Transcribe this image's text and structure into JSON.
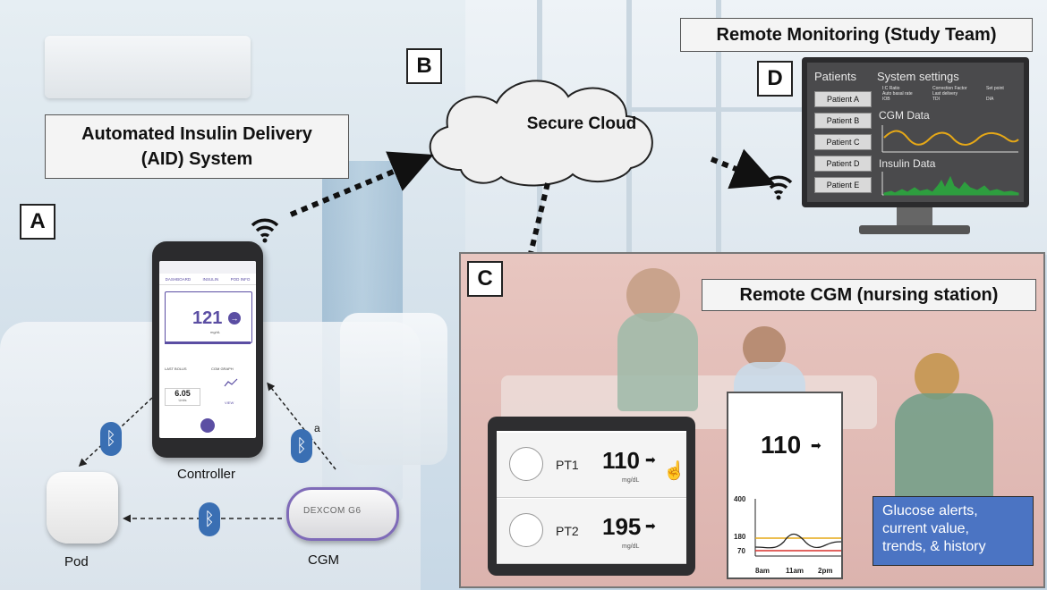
{
  "panels": {
    "a_letter": "A",
    "b_letter": "B",
    "c_letter": "C",
    "d_letter": "D"
  },
  "aid_title_line1": "Automated Insulin Delivery",
  "aid_title_line2": "(AID) System",
  "cloud_label": "Secure Cloud",
  "remote_monitoring_title": "Remote Monitoring (Study Team)",
  "remote_cgm_title": "Remote CGM (nursing station)",
  "devices": {
    "controller_label": "Controller",
    "pod_label": "Pod",
    "cgm_label": "CGM",
    "cgm_brand": "DEXCOM G6",
    "bt_superscript": "a"
  },
  "phone": {
    "tabs": [
      "DASHBOARD",
      "INSULIN",
      "POD INFO"
    ],
    "glucose": "121",
    "unit": "mg/dL",
    "last_bolus_label": "LAST BOLUS",
    "last_bolus_value": "6.05",
    "last_bolus_unit": "Units",
    "cgm_graph_label": "CGM GRAPH",
    "view_label": "VIEW"
  },
  "tablet": {
    "rows": [
      {
        "patient": "PT1",
        "value": "110",
        "unit": "mg/dL"
      },
      {
        "patient": "PT2",
        "value": "195",
        "unit": "mg/dL"
      }
    ]
  },
  "zoom": {
    "value": "110",
    "y_ticks": [
      "400",
      "180",
      "70"
    ],
    "x_ticks": [
      "8am",
      "11am",
      "2pm"
    ]
  },
  "alerts_text": [
    "Glucose alerts,",
    "current value,",
    "trends, & history"
  ],
  "monitor": {
    "patients_header": "Patients",
    "settings_header": "System settings",
    "settings_items": [
      "I:C Ratio",
      "Correction Factor",
      "Set point",
      "Auto basal rate",
      "Last delivery",
      "IOB",
      "TDI",
      "DIA"
    ],
    "cgm_header": "CGM Data",
    "insulin_header": "Insulin Data",
    "patients": [
      "Patient A",
      "Patient B",
      "Patient C",
      "Patient D",
      "Patient E"
    ]
  },
  "colors": {
    "bluetooth": "#3a6fb3",
    "omnipod_purple": "#5b4ea3",
    "alert_box": "#4b74c3",
    "cgm_trace": "#e6a817",
    "insulin_trace": "#2e9e3f",
    "high_line": "#e6a817",
    "low_line": "#d9302c"
  }
}
